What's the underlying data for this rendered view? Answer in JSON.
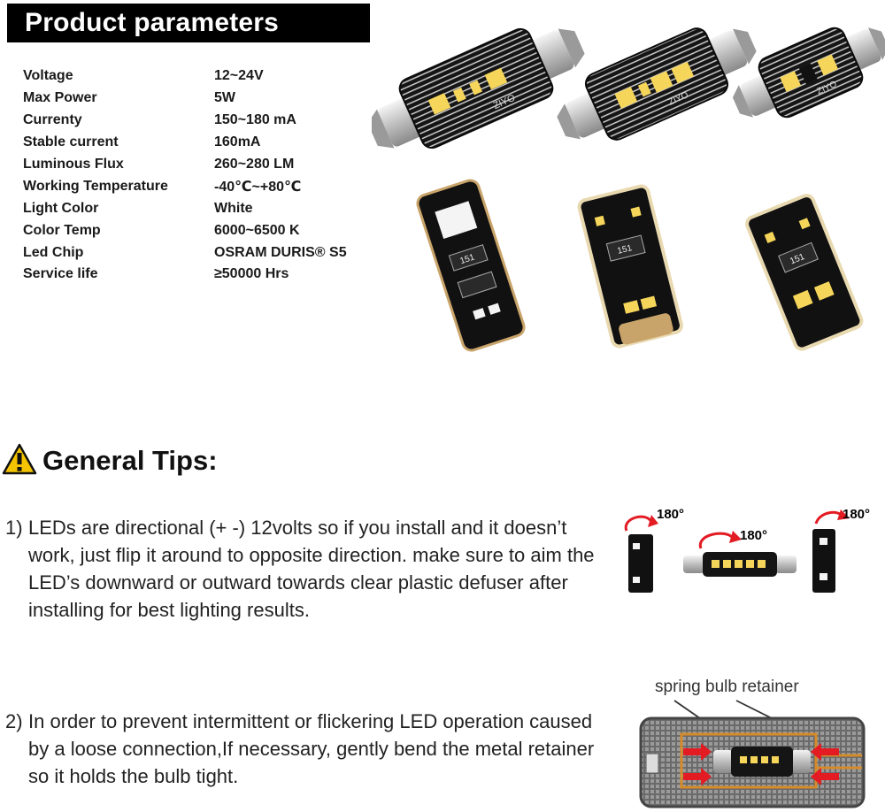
{
  "header": {
    "title": "Product parameters"
  },
  "specs": [
    {
      "label": "Voltage",
      "value": "12~24V"
    },
    {
      "label": "Max Power",
      "value": "5W"
    },
    {
      "label": "Currenty",
      "value": "150~180 mA"
    },
    {
      "label": "Stable current",
      "value": "160mA"
    },
    {
      "label": "Luminous Flux",
      "value": "260~280 LM"
    },
    {
      "label": "Working Temperature",
      "value": "-40℃~+80℃"
    },
    {
      "label": "Light Color",
      "value": "White"
    },
    {
      "label": "Color Temp",
      "value": "6000~6500 K"
    },
    {
      "label": "Led Chip",
      "value": "OSRAM DURIS® S5"
    },
    {
      "label": "Service life",
      "value": "≥50000 Hrs"
    }
  ],
  "tips": {
    "title": "General Tips:",
    "items": [
      {
        "number": "1)",
        "text": "LEDs are directional (+ -) 12volts so if you install and it doesn’t work, just flip it around to opposite direction. make sure to aim the LED’s downward or outward towards clear plastic defuser after installing for best lighting results."
      },
      {
        "number": "2)",
        "text": "In order to prevent intermittent or flickering LED operation caused by a loose connection,If necessary, gently bend the metal retainer so it holds the bulb tight."
      }
    ]
  },
  "diagram": {
    "rotation_label": "180°",
    "retainer_label": "spring bulb retainer"
  },
  "pcb_marks": {
    "brand": "ZIYO",
    "resistor": "151"
  },
  "colors": {
    "banner_bg": "#000000",
    "warning_yellow": "#f5c400",
    "arrow_red": "#e31b23",
    "led_yellow": "#f6d65a"
  }
}
